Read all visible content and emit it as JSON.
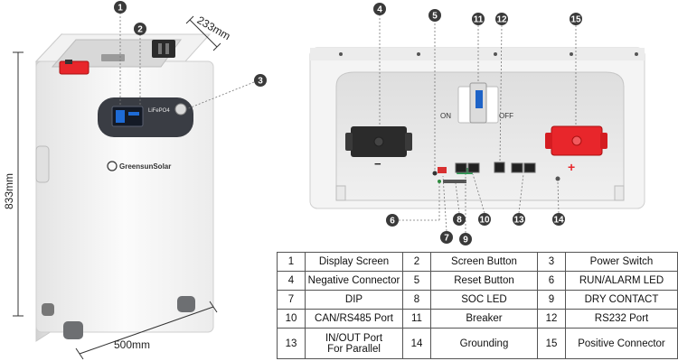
{
  "dimensions": {
    "depth": "233mm",
    "height": "833mm",
    "width": "500mm"
  },
  "battery": {
    "brand": "GreensunSolar",
    "chemistry": "LiFePO4"
  },
  "panel": {
    "on_label": "ON",
    "off_label": "OFF",
    "plus_sign": "+",
    "minus_sign": "−"
  },
  "markers": [
    "1",
    "2",
    "3",
    "4",
    "5",
    "6",
    "7",
    "8",
    "9",
    "10",
    "11",
    "12",
    "13",
    "14",
    "15"
  ],
  "legend": {
    "rows": [
      [
        {
          "n": "1",
          "name": "Display Screen"
        },
        {
          "n": "2",
          "name": "Screen Button"
        },
        {
          "n": "3",
          "name": "Power Switch"
        }
      ],
      [
        {
          "n": "4",
          "name": "Negative Connector"
        },
        {
          "n": "5",
          "name": "Reset Button"
        },
        {
          "n": "6",
          "name": "RUN/ALARM LED"
        }
      ],
      [
        {
          "n": "7",
          "name": "DIP"
        },
        {
          "n": "8",
          "name": "SOC LED"
        },
        {
          "n": "9",
          "name": "DRY CONTACT"
        }
      ],
      [
        {
          "n": "10",
          "name": "CAN/RS485 Port"
        },
        {
          "n": "11",
          "name": "Breaker"
        },
        {
          "n": "12",
          "name": "RS232 Port"
        }
      ],
      [
        {
          "n": "13",
          "name": "IN/OUT Port\nFor Parallel"
        },
        {
          "n": "14",
          "name": "Grounding"
        },
        {
          "n": "15",
          "name": "Positive Connector"
        }
      ]
    ]
  },
  "colors": {
    "marker": "#3a3a3a",
    "positive": "#e8262b",
    "negative": "#2b2b2b",
    "body": "#f4f4f4",
    "panel_recess": "#e6e6e6"
  }
}
